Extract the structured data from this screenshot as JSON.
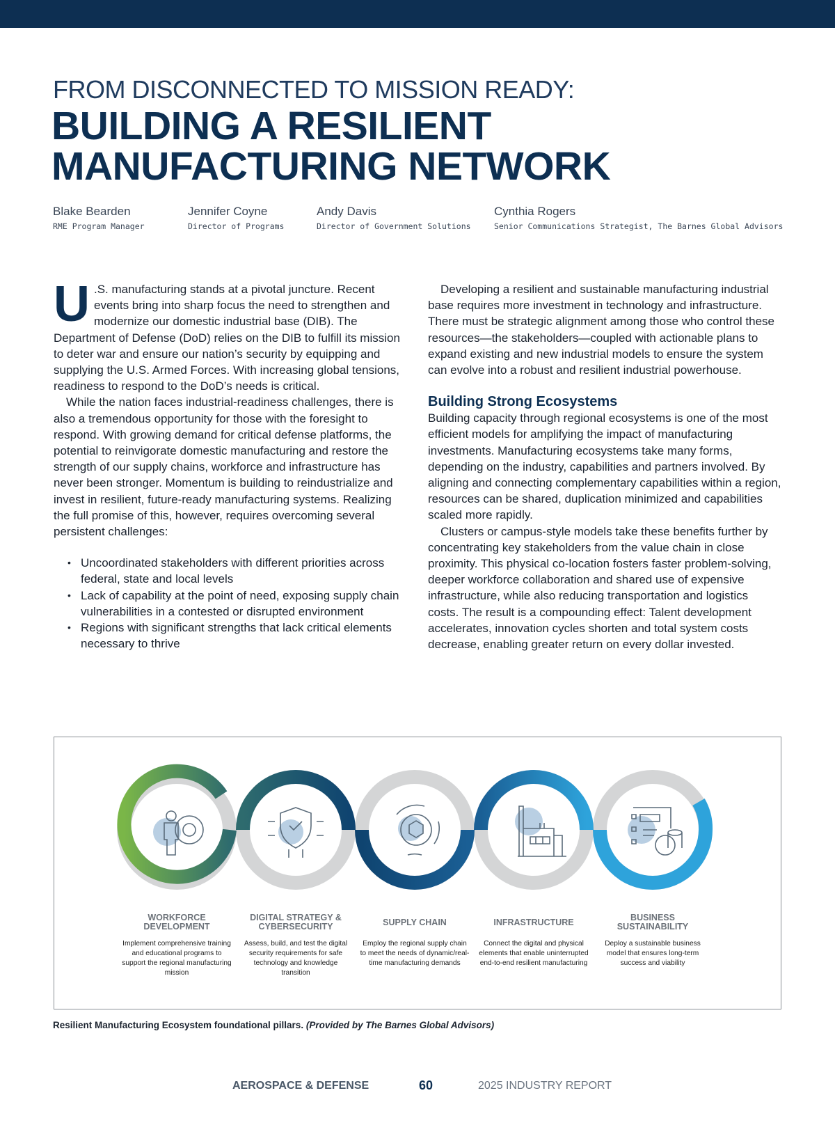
{
  "header": {
    "kicker": "FROM DISCONNECTED TO MISSION READY:",
    "title": "BUILDING A RESILIENT MANUFACTURING NETWORK"
  },
  "authors": [
    {
      "name": "Blake Bearden",
      "role": "RME Program Manager"
    },
    {
      "name": "Jennifer Coyne",
      "role": "Director of Programs"
    },
    {
      "name": "Andy Davis",
      "role": "Director of Government Solutions"
    },
    {
      "name": "Cynthia Rogers",
      "role": "Senior Communications Strategist, The Barnes Global Advisors"
    }
  ],
  "body": {
    "drop_cap": "U",
    "p1": ".S. manufacturing stands at a pivotal juncture. Recent events bring into sharp focus the need to strengthen and modernize our domestic industrial base (DIB). The Department of Defense (DoD) relies on the DIB to fulfill its mission to deter war and ensure our nation’s security by equipping and supplying the U.S. Armed Forces. With increasing global tensions, readiness to respond to the DoD’s needs is critical.",
    "p2": "While the nation faces industrial-readiness challenges, there is also a tremendous opportunity for those with the foresight to respond. With growing demand for critical defense platforms, the potential to reinvigorate domestic manufacturing and restore the strength of our supply chains, workforce and infrastructure has never been stronger. Momentum is building to reindustrialize and invest in resilient, future-ready manufacturing systems. Realizing the full promise of this, however, requires overcoming several persistent challenges:",
    "bullets": [
      "Uncoordinated stakeholders with different priorities across federal, state and local levels",
      "Lack of capability at the point of need, exposing supply chain vulnerabilities in a contested or disrupted environment",
      "Regions with significant strengths that lack critical elements necessary to thrive"
    ],
    "p3": "Developing a resilient and sustainable manufacturing industrial base requires more investment in technology and infrastructure. There must be strategic alignment among those who control these resources—the stakeholders—coupled with actionable plans to expand existing and new industrial models to ensure the system can evolve into a robust and resilient industrial powerhouse.",
    "heading": "Building Strong Ecosystems",
    "p4": "Building capacity through regional ecosystems is one of the most efficient models for amplifying the impact of manufacturing investments. Manufacturing ecosystems take many forms, depending on the industry, capabilities and partners involved. By aligning and connecting complementary capabilities within a region, resources can be shared, duplication minimized and capabilities scaled more rapidly.",
    "p5": "Clusters or campus-style models take these benefits further by concentrating key stakeholders from the value chain in close proximity. This physical co-location fosters faster problem-solving, deeper workforce collaboration and shared use of expensive infrastructure, while also reducing transportation and logistics costs. The result is a compounding effect: Talent development accelerates, innovation cycles shorten and total system costs decrease, enabling greater return on every dollar invested."
  },
  "figure": {
    "pillars": [
      {
        "title": "WORKFORCE DEVELOPMENT",
        "desc": "Implement comprehensive training and educational programs to support the regional manufacturing mission",
        "icon": "worker-gear-icon"
      },
      {
        "title": "DIGITAL STRATEGY & CYBERSECURITY",
        "desc": "Assess, build, and test the digital security requirements for safe technology and knowledge transition",
        "icon": "shield-circuit-icon"
      },
      {
        "title": "SUPPLY CHAIN",
        "desc": "Employ the regional supply chain to meet the needs of dynamic/real-time manufacturing demands",
        "icon": "gear-cycle-icon"
      },
      {
        "title": "INFRASTRUCTURE",
        "desc": "Connect the digital and physical elements that enable uninterrupted end-to-end resilient manufacturing",
        "icon": "factory-icon"
      },
      {
        "title": "BUSINESS SUSTAINABILITY",
        "desc": "Deploy a sustainable business model that ensures long-term success and viability",
        "icon": "plan-coins-icon"
      }
    ],
    "colors": {
      "green": "#7ab648",
      "teal": "#2e6b6e",
      "navy": "#0f4470",
      "blue": "#1a6ba3",
      "sky": "#2ea3db",
      "gray": "#d4d5d6"
    }
  },
  "caption": {
    "main": "Resilient Manufacturing Ecosystem foundational pillars. ",
    "credit": "(Provided by The Barnes Global Advisors)"
  },
  "footer": {
    "section": "AEROSPACE & DEFENSE",
    "page": "60",
    "report": "2025 INDUSTRY REPORT"
  }
}
